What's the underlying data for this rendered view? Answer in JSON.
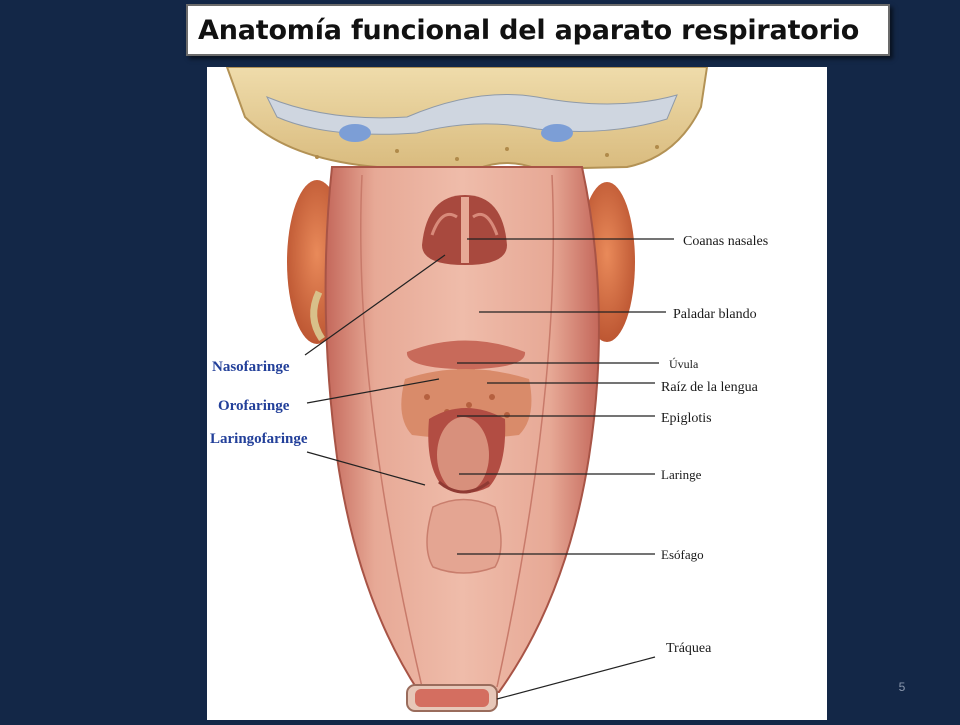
{
  "slide": {
    "title": "Anatomía funcional del aparato respiratorio",
    "page_number": "5"
  },
  "labels": {
    "right": [
      "Coanas nasales",
      "Paladar blando",
      "Úvula",
      "Raíz de la lengua",
      "Epiglotis",
      "Laringe",
      "Esófago",
      "Tráquea"
    ],
    "left": [
      "Nasofaringe",
      "Orofaringe",
      "Laringofaringe"
    ]
  },
  "colors": {
    "background": "#132747",
    "left_label": "#23409a",
    "right_label": "#1a1a1a",
    "bone": "#e6cf98",
    "tissue": "#e3a08a",
    "tissue_dark": "#b85a4c",
    "gland": "#d46a3f"
  }
}
